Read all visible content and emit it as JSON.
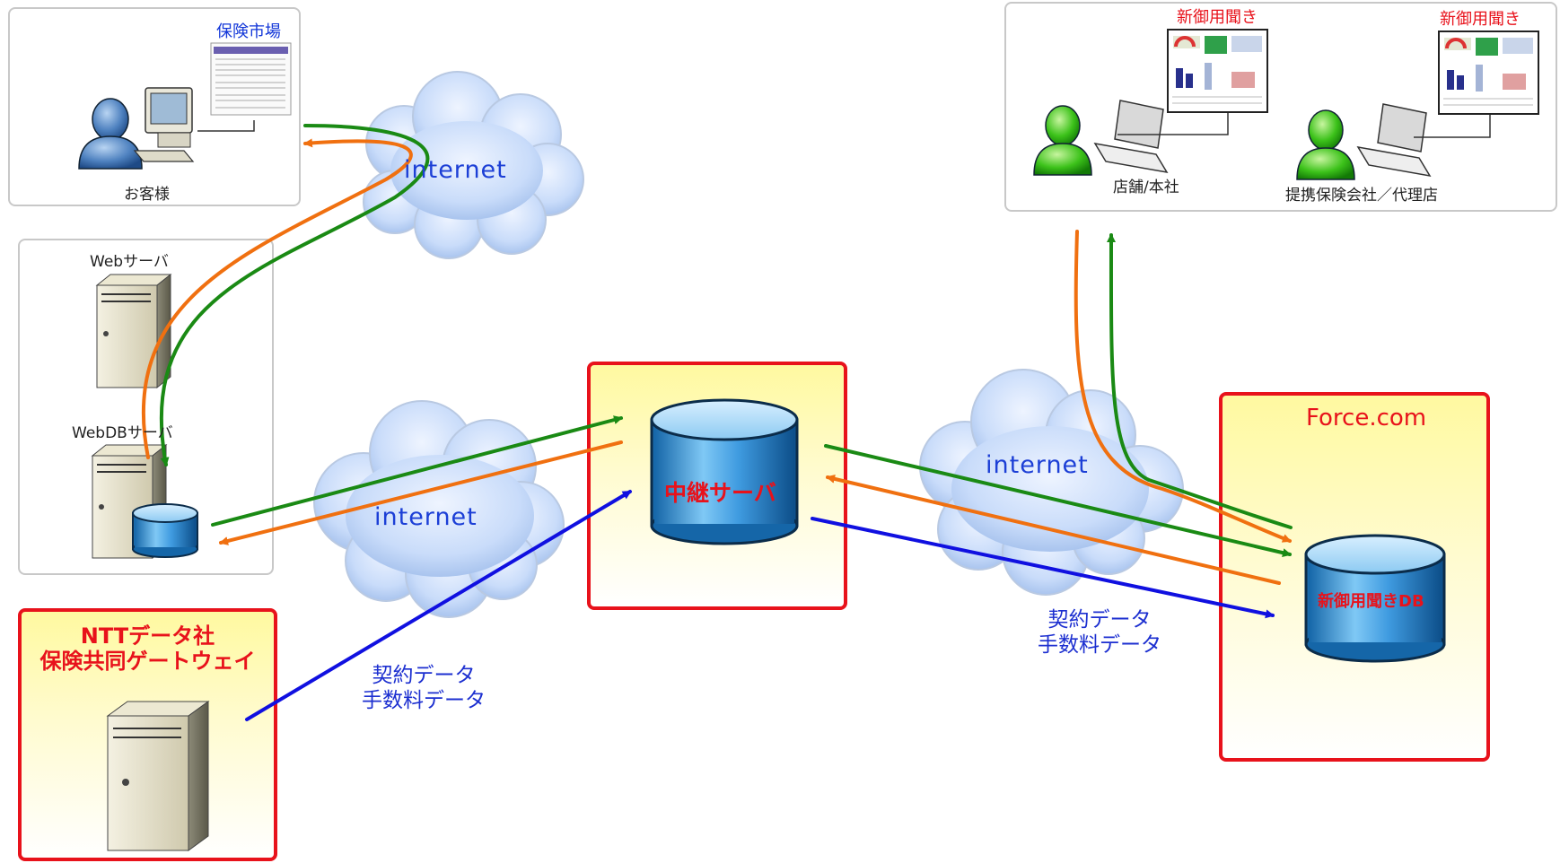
{
  "customer_box": {
    "title": "保険市場",
    "label": "お客様"
  },
  "server_box": {
    "web_server": "Webサーバ",
    "webdb_server": "WebDBサーバ"
  },
  "ntt_box": {
    "line1": "NTTデータ社",
    "line2": "保険共同ゲートウェイ"
  },
  "relay_server": {
    "label": "中継サーバ"
  },
  "force_box": {
    "title": "Force.com",
    "db_label": "新御用聞きDB"
  },
  "stores_box": {
    "screen_label_1": "新御用聞き",
    "screen_label_2": "新御用聞き",
    "user_label_1": "店舗/本社",
    "user_label_2": "提携保険会社／代理店"
  },
  "clouds": {
    "top": "internet",
    "middle_left": "internet",
    "middle_right": "internet"
  },
  "data_labels": {
    "left_line1": "契約データ",
    "left_line2": "手数料データ",
    "right_line1": "契約データ",
    "right_line2": "手数料データ"
  },
  "colors": {
    "green_flow": "#1a8a14",
    "orange_flow": "#f07010",
    "blue_flow": "#1010e0",
    "frame_red": "#e8121b"
  }
}
